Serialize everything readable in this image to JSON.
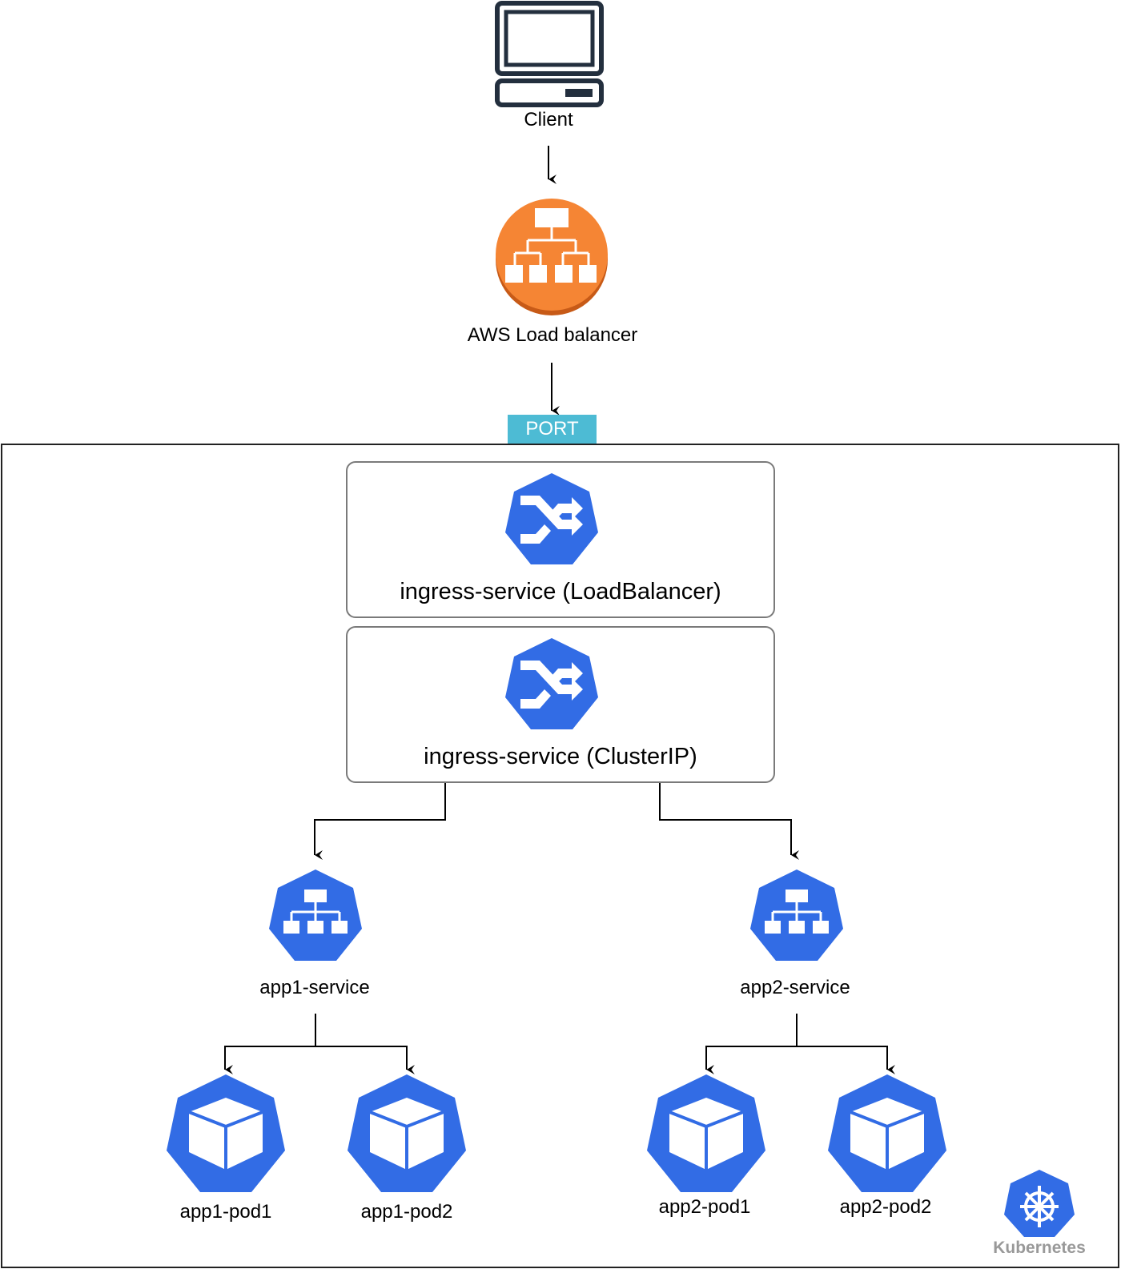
{
  "client": {
    "label": "Client"
  },
  "aws_lb": {
    "label": "AWS Load balancer"
  },
  "port": {
    "label": "PORT"
  },
  "ingress_lb": {
    "label": "ingress-service (LoadBalancer)"
  },
  "ingress_cip": {
    "label": "ingress-service (ClusterIP)"
  },
  "app1_service": {
    "label": "app1-service"
  },
  "app2_service": {
    "label": "app2-service"
  },
  "pods": {
    "app1_pod1": "app1-pod1",
    "app1_pod2": "app1-pod2",
    "app2_pod1": "app2-pod1",
    "app2_pod2": "app2-pod2"
  },
  "k8s_logo": {
    "label": "Kubernetes"
  },
  "colors": {
    "k8s_blue": "#326ce5",
    "aws_orange": "#f58534",
    "port_teal": "#4dbbd4",
    "client_dark": "#232f3e",
    "k8s_text": "#999999"
  }
}
